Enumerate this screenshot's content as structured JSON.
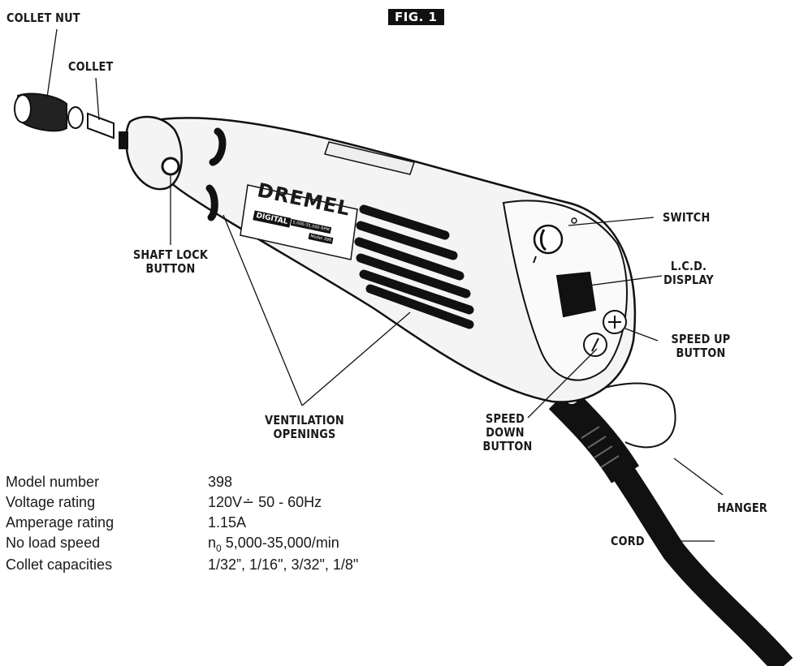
{
  "figure": {
    "badge": "FIG. 1",
    "brand": {
      "logo": "DREMEL",
      "series": "DIGITAL",
      "rating": "5,000-35,000 RPM",
      "model": "Model 398"
    },
    "callouts": {
      "collet_nut": "COLLET NUT",
      "collet": "COLLET",
      "shaft_lock_1": "SHAFT LOCK",
      "shaft_lock_2": "BUTTON",
      "switch": "SWITCH",
      "lcd_1": "L.C.D.",
      "lcd_2": "DISPLAY",
      "speed_up_1": "SPEED UP",
      "speed_up_2": "BUTTON",
      "speed_down_1": "SPEED",
      "speed_down_2": "DOWN",
      "speed_down_3": "BUTTON",
      "ventilation_1": "VENTILATION",
      "ventilation_2": "OPENINGS",
      "hanger": "HANGER",
      "cord": "CORD"
    }
  },
  "specs": [
    {
      "label": "Model number",
      "value": "398"
    },
    {
      "label": "Voltage rating",
      "value": "120V∸ 50 - 60Hz"
    },
    {
      "label": "Amperage rating",
      "value": "1.15A"
    },
    {
      "label": "No load speed",
      "symbol": "n",
      "symbol_sub": "0",
      "value": "5,000-35,000/min"
    },
    {
      "label": "Collet capacities",
      "value": "1/32”, 1/16\", 3/32\", 1/8\""
    }
  ]
}
